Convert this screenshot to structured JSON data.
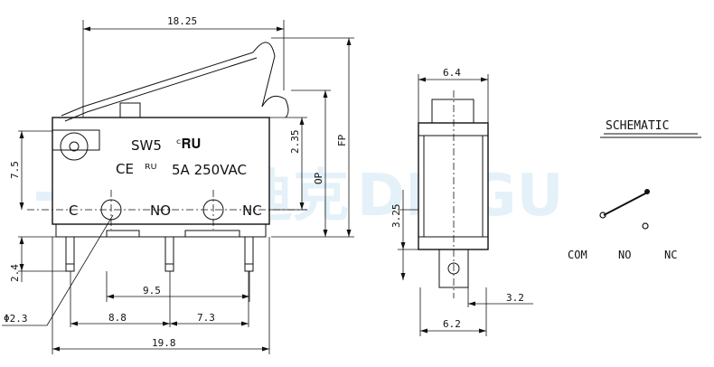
{
  "dimensions": {
    "overall_length": "18.25",
    "body_width_top": "6.4",
    "height_left": "7.5",
    "lever_gap": "2.35",
    "fp": "FP",
    "op": "OP",
    "terminal_height": "2.4",
    "side_mid": "3.25",
    "terminal_pitch_inner": "9.5",
    "terminal_left": "8.8",
    "terminal_right": "7.3",
    "body_length": "19.8",
    "hole_dia": "Φ2.3",
    "terminal_offset": "3.2",
    "side_bottom_width": "6.2"
  },
  "body_markings": {
    "model": "SW5",
    "rating": "5A 250VAC",
    "terminal_c": "C",
    "terminal_no": "NO",
    "terminal_nc": "NC"
  },
  "schematic": {
    "title": "SCHEMATIC",
    "com": "COM",
    "no": "NO",
    "nc": "NC"
  },
  "watermark": {
    "brand": "DICGU",
    "chinese": "迪克"
  }
}
